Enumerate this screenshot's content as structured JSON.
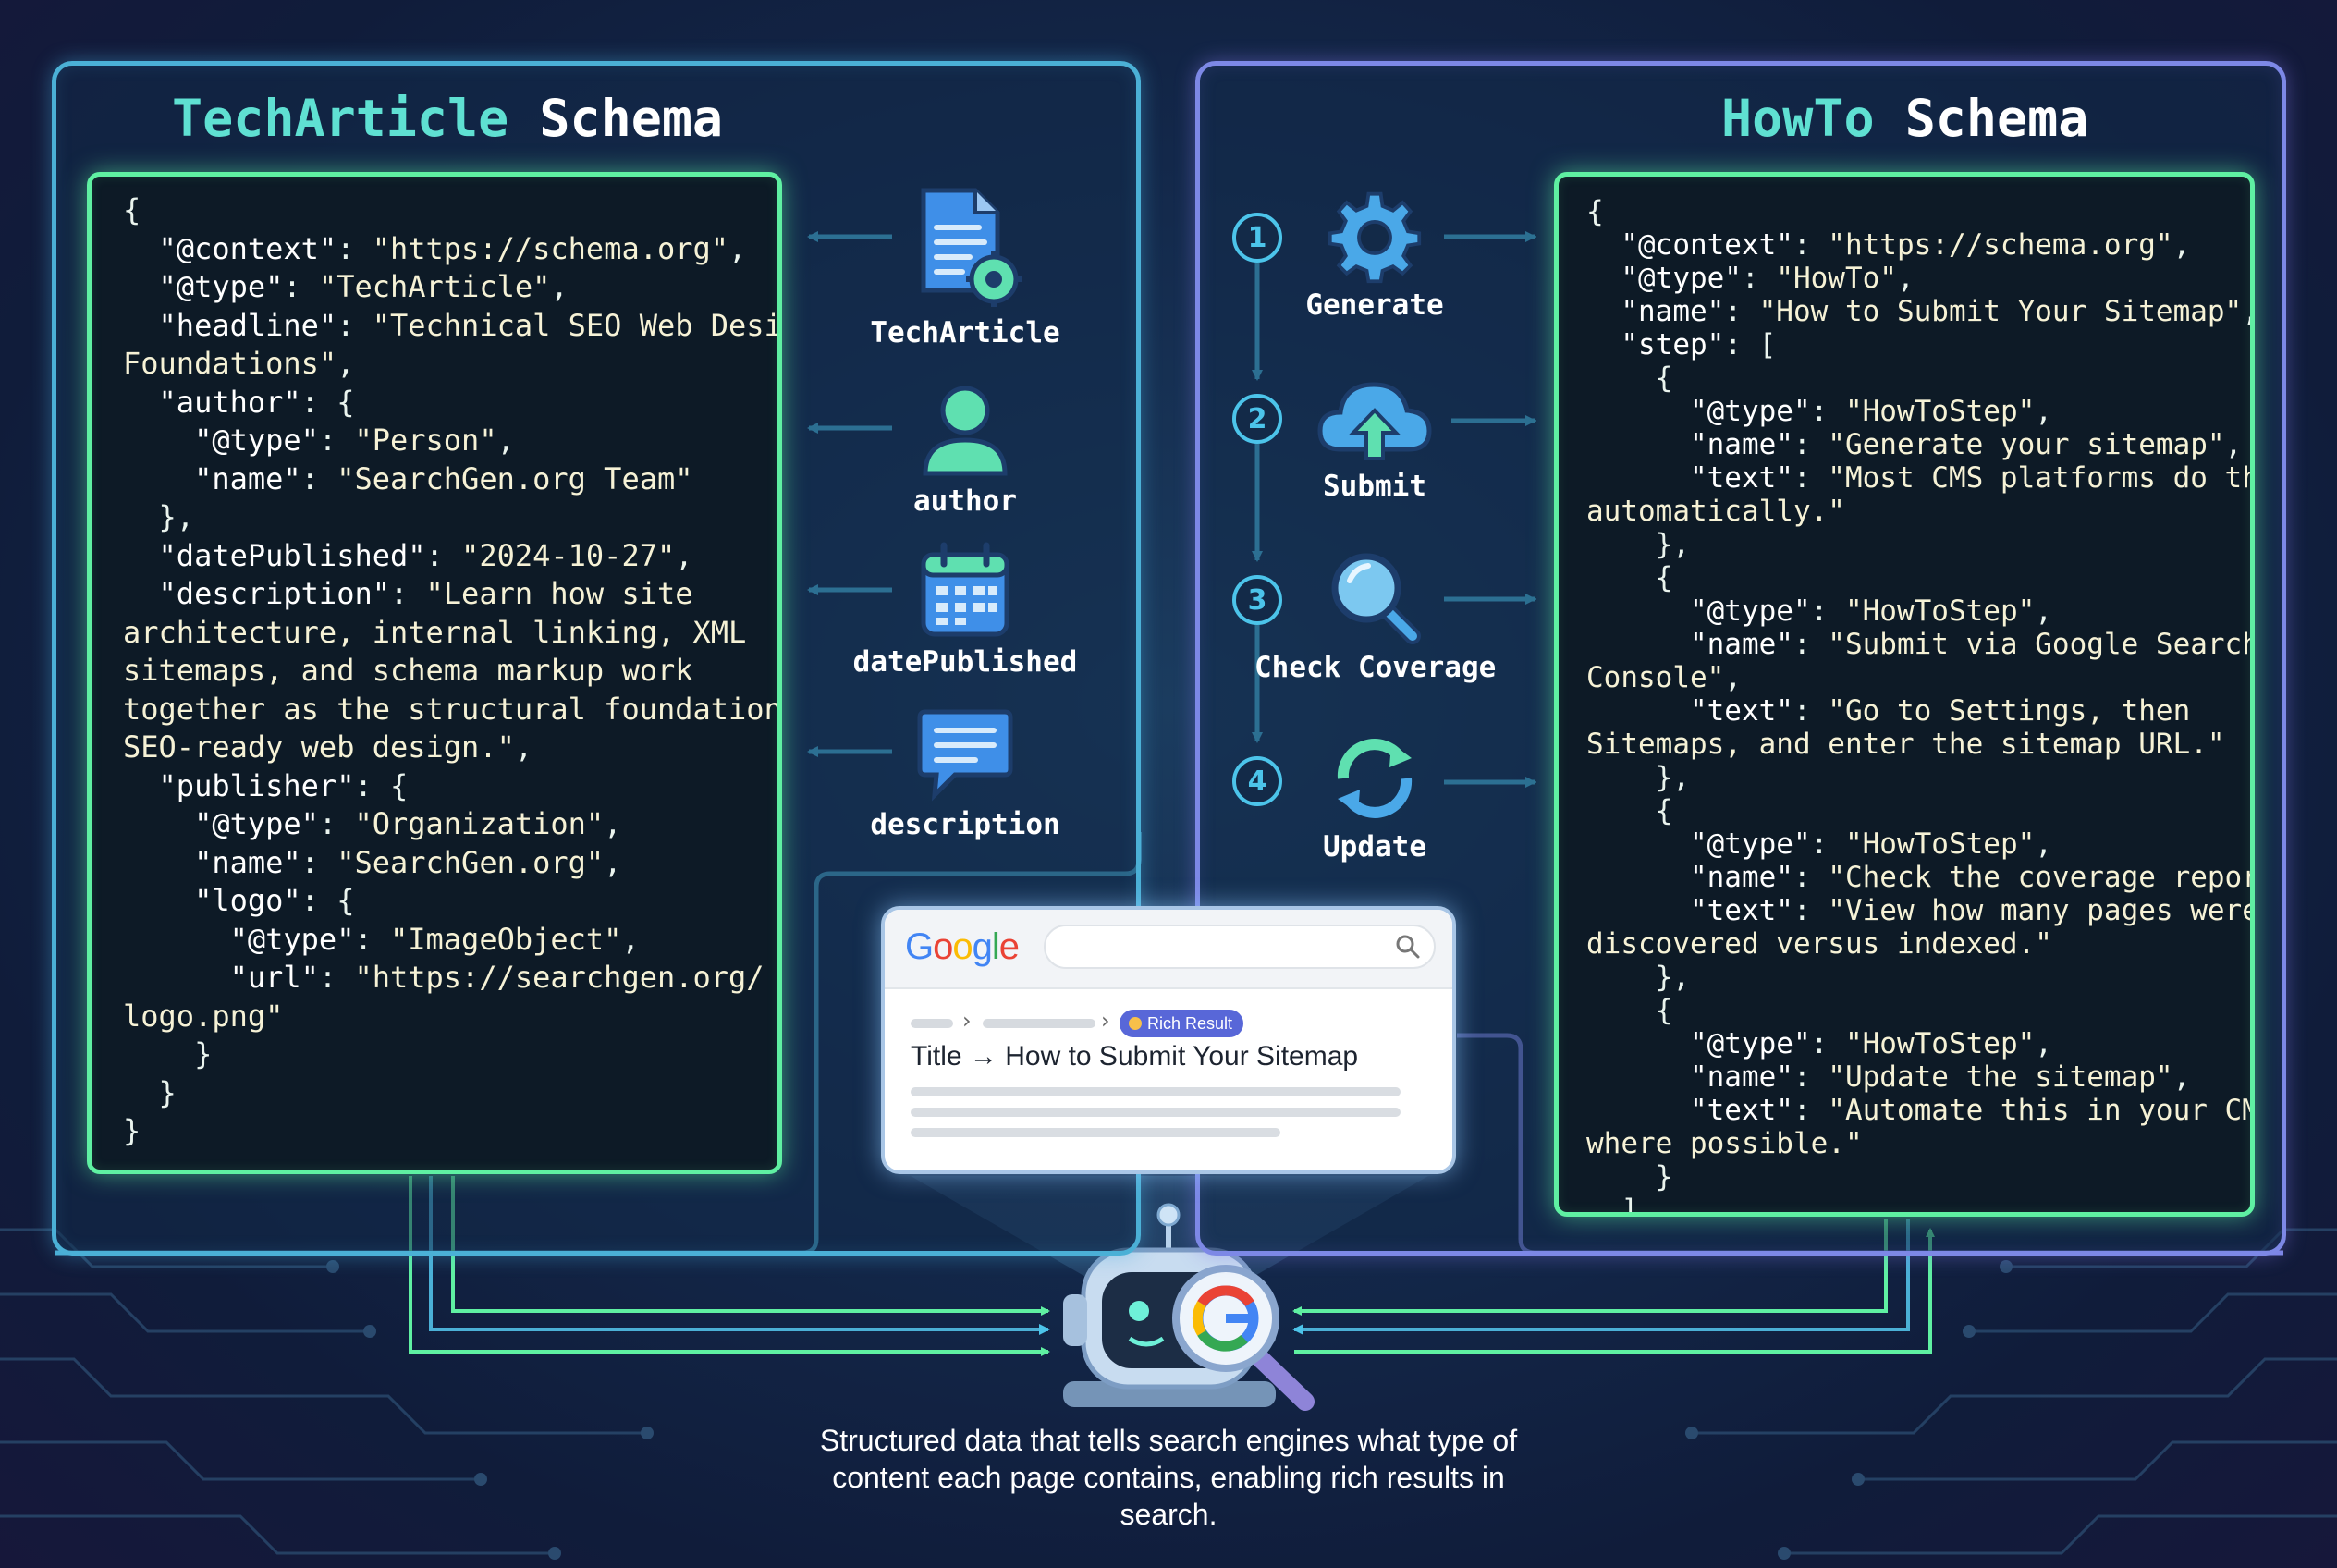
{
  "left_panel": {
    "title_keyword": "TechArticle",
    "title_rest": " Schema",
    "code": "{\n  \"@context\": \"https://schema.org\",\n  \"@type\": \"TechArticle\",\n  \"headline\": \"Technical SEO Web Design\nFoundations\",\n  \"author\": {\n    \"@type\": \"Person\",\n    \"name\": \"SearchGen.org Team\"\n  },\n  \"datePublished\": \"2024-10-27\",\n  \"description\": \"Learn how site\narchitecture, internal linking, XML\nsitemaps, and schema markup work\ntogether as the structural foundation of\nSEO-ready web design.\",\n  \"publisher\": {\n    \"@type\": \"Organization\",\n    \"name\": \"SearchGen.org\",\n    \"logo\": {\n      \"@type\": \"ImageObject\",\n      \"url\": \"https://searchgen.org/\nlogo.png\"\n    }\n  }\n}",
    "icons": [
      {
        "label": "TechArticle",
        "icon": "document-gear-icon"
      },
      {
        "label": "author",
        "icon": "person-icon"
      },
      {
        "label": "datePublished",
        "icon": "calendar-icon"
      },
      {
        "label": "description",
        "icon": "speech-bubble-icon"
      }
    ]
  },
  "right_panel": {
    "title_keyword": "HowTo",
    "title_rest": " Schema",
    "code": "{\n  \"@context\": \"https://schema.org\",\n  \"@type\": \"HowTo\",\n  \"name\": \"How to Submit Your Sitemap\",\n  \"step\": [\n    {\n      \"@type\": \"HowToStep\",\n      \"name\": \"Generate your sitemap\",\n      \"text\": \"Most CMS platforms do this\nautomatically.\"\n    },\n    {\n      \"@type\": \"HowToStep\",\n      \"name\": \"Submit via Google Search\nConsole\",\n      \"text\": \"Go to Settings, then\nSitemaps, and enter the sitemap URL.\"\n    },\n    {\n      \"@type\": \"HowToStep\",\n      \"name\": \"Check the coverage report\",\n      \"text\": \"View how many pages were\ndiscovered versus indexed.\"\n    },\n    {\n      \"@type\": \"HowToStep\",\n      \"name\": \"Update the sitemap\",\n      \"text\": \"Automate this in your CMS\nwhere possible.\"\n    }\n  ]\n}",
    "steps": [
      {
        "number": "1",
        "label": "Generate",
        "icon": "gear-icon"
      },
      {
        "number": "2",
        "label": "Submit",
        "icon": "cloud-upload-icon"
      },
      {
        "number": "3",
        "label": "Check Coverage",
        "icon": "magnifier-icon"
      },
      {
        "number": "4",
        "label": "Update",
        "icon": "refresh-icon"
      }
    ]
  },
  "serp": {
    "logo": "Google",
    "badge": "Rich Result",
    "title": "Title → How to Submit Your Sitemap"
  },
  "caption": "Structured data that tells search engines what type of content each page contains, enabling rich results in search.",
  "colors": {
    "code_border": "#5ff0a2",
    "left_panel_border": "#4bb0d6",
    "right_panel_border": "#7d88e6",
    "title_keyword": "#5fe0d2",
    "step_accent": "#4cc4ea"
  }
}
